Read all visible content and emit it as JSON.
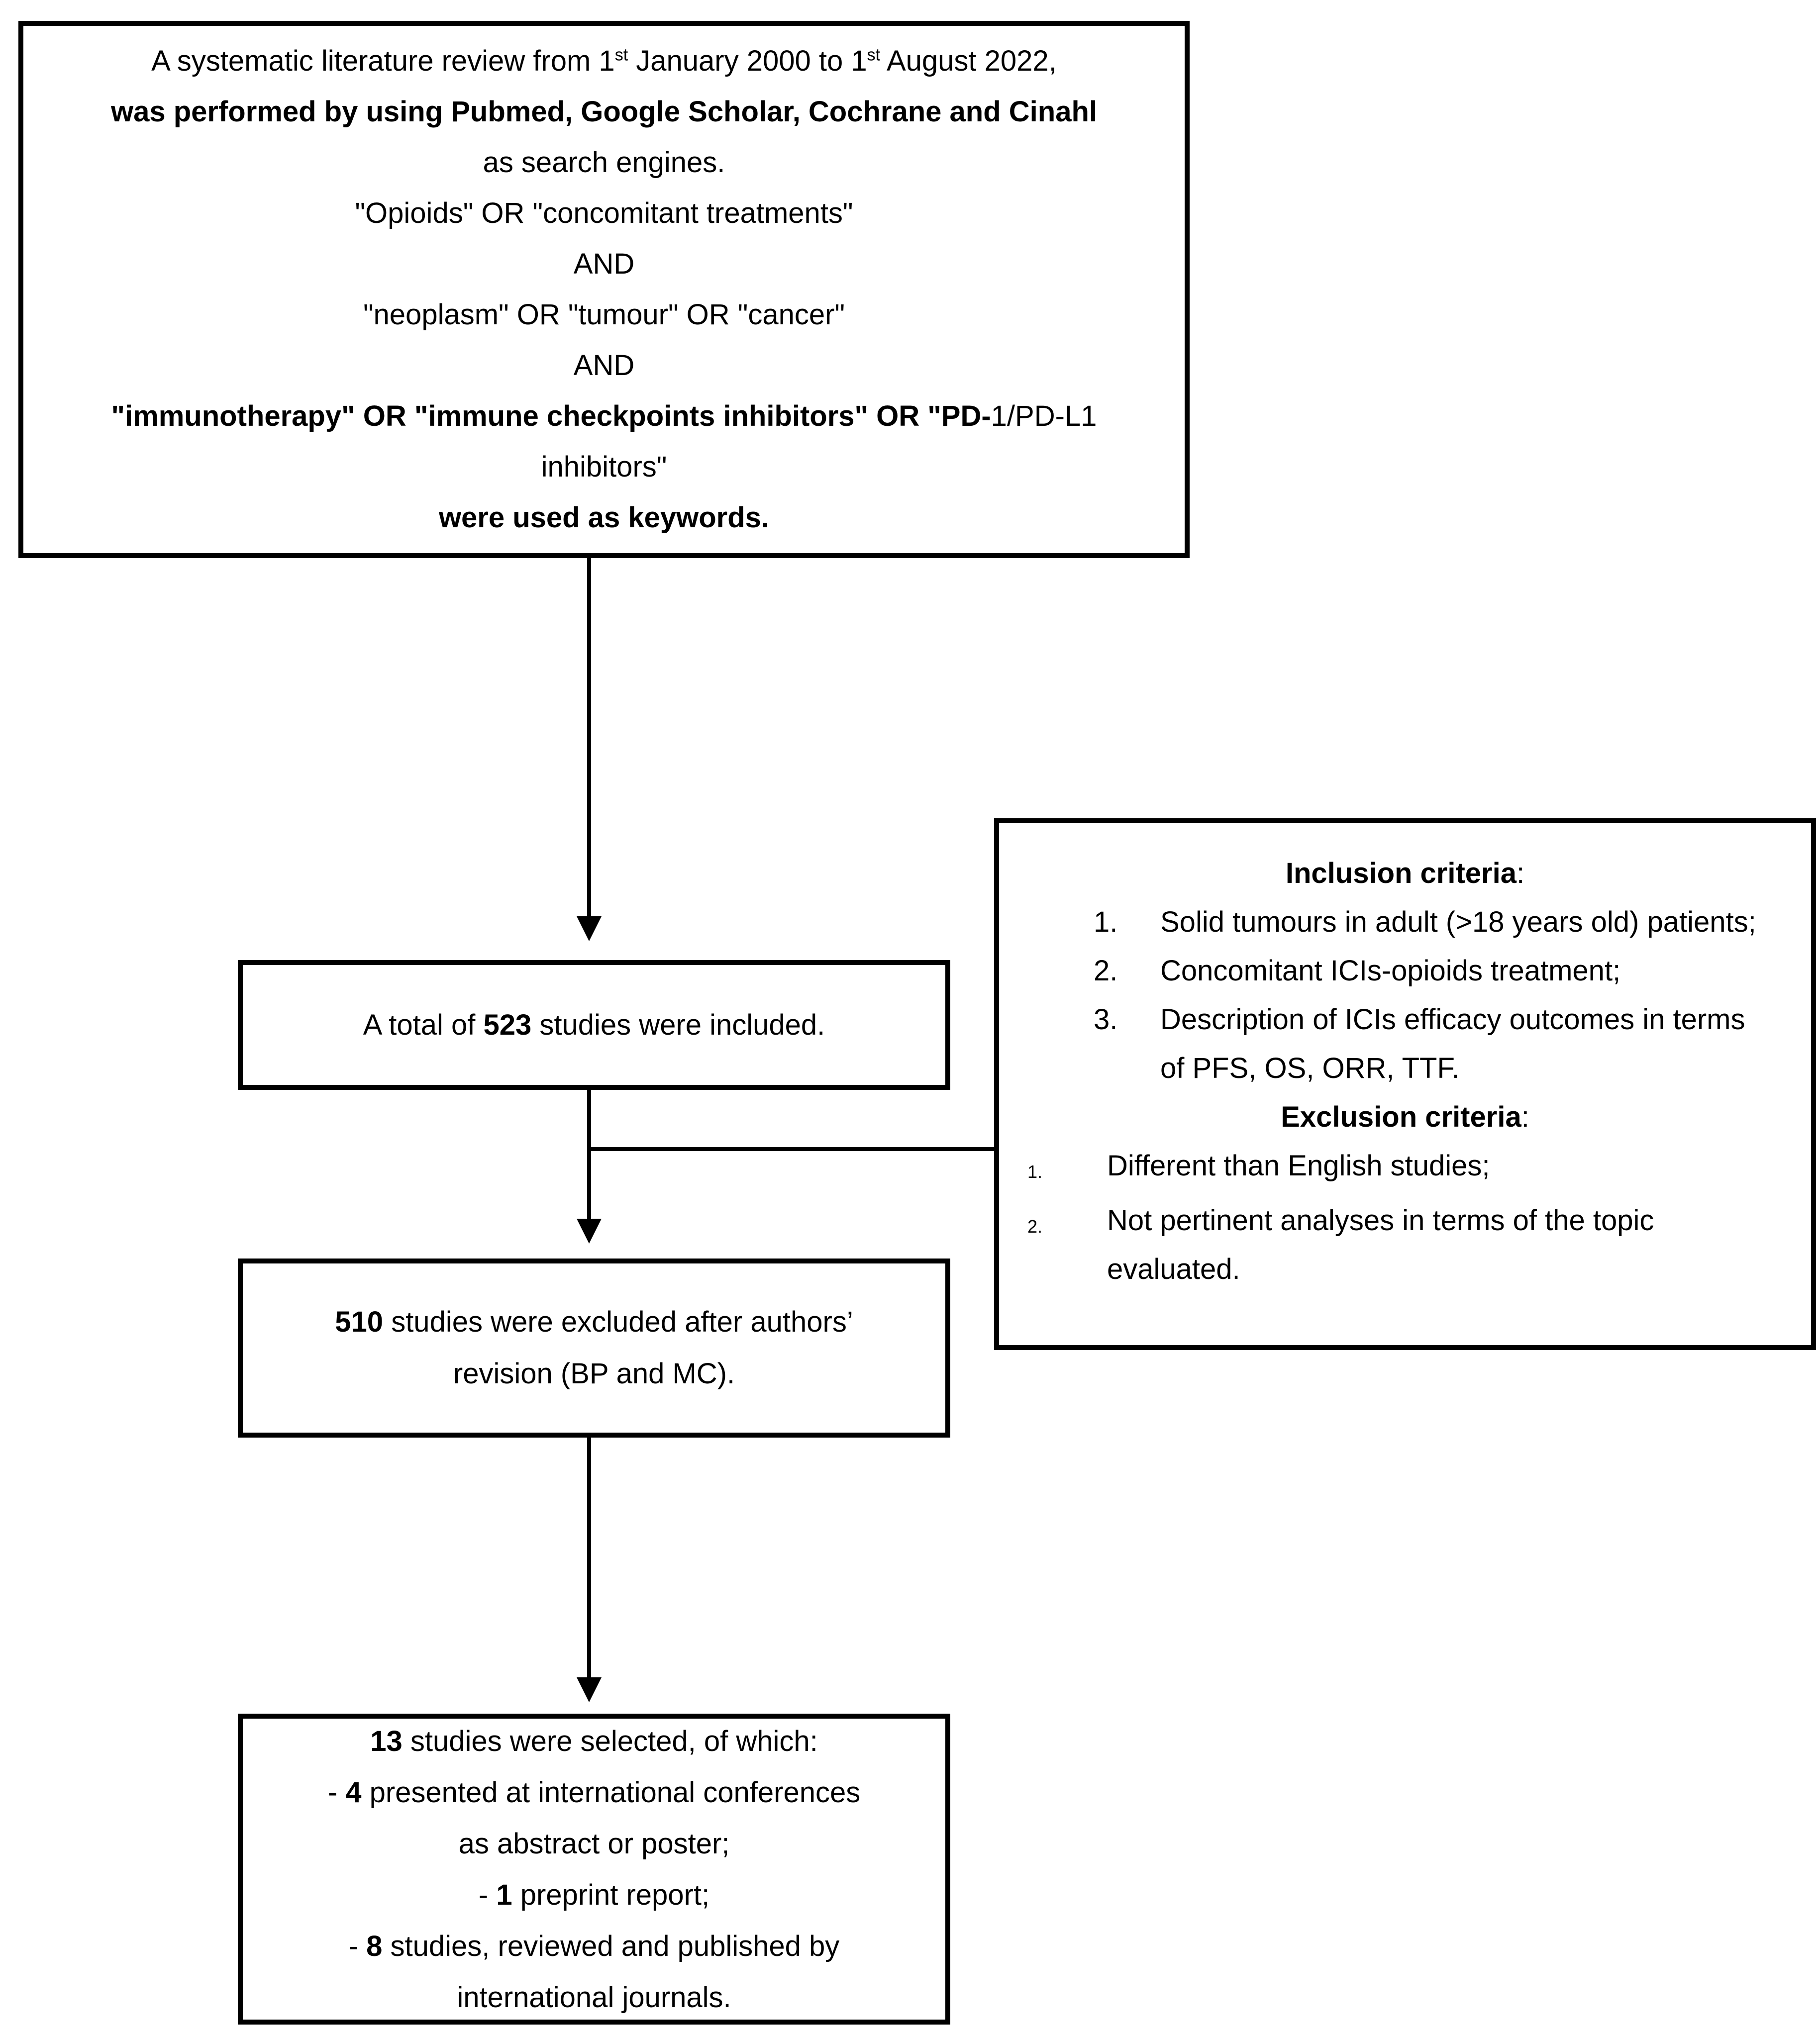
{
  "figure": {
    "type": "flowchart",
    "ink_color": "#000000",
    "background_color": "#ffffff"
  },
  "search_box": {
    "line1": {
      "t1": "A systematic literature review from 1",
      "sup1": "st",
      "t2": " January 2000 to 1",
      "sup2": "st",
      "t3": " August 2022,"
    },
    "line2": "was performed by using Pubmed, Google Scholar, Cochrane and Cinahl",
    "line3": "as search engines.",
    "line4": "\"Opioids\" OR \"concomitant treatments\"",
    "line5": "AND",
    "line6": "\"neoplasm\" OR \"tumour\" OR \"cancer\"",
    "line7": "AND",
    "line8": {
      "bold": "\"immunotherapy\" OR \"immune checkpoints inhibitors\" OR \"PD-",
      "regular": "1/PD-L1"
    },
    "line9": "inhibitors\"",
    "line10": "were used as keywords."
  },
  "included_box": {
    "prefix": "A total of ",
    "count": "523",
    "suffix": " studies were included."
  },
  "criteria_box": {
    "inclusion_title": "Inclusion criteria",
    "inclusion_colon": ":",
    "inclusion_items": [
      {
        "number": "1.",
        "text": "Solid tumours in adult (>18 years old) patients;"
      },
      {
        "number": "2.",
        "text": "Concomitant ICIs-opioids treatment;"
      },
      {
        "number": "3.",
        "text": "Description of ICIs efficacy outcomes in terms of PFS, OS, ORR, TTF."
      }
    ],
    "exclusion_title": "Exclusion criteria",
    "exclusion_colon": ":",
    "exclusion_items": [
      {
        "number": "1.",
        "text": "Different than English studies;"
      },
      {
        "number": "2.",
        "text": "Not pertinent analyses in terms of the topic evaluated."
      }
    ]
  },
  "excluded_box": {
    "count": "510",
    "line1_rest": " studies were excluded after authors’",
    "line2": "revision (BP and MC)."
  },
  "selected_box": {
    "line1": {
      "bold": "13",
      "rest": " studies were selected, of which:"
    },
    "line2": {
      "dash": "- ",
      "bold": "4",
      "rest": " presented at international conferences"
    },
    "line3": "as abstract or poster;",
    "line4": {
      "dash": "- ",
      "bold": "1",
      "rest": " preprint report;"
    },
    "line5": {
      "dash": "- ",
      "bold": "8",
      "rest": " studies, reviewed and published by"
    },
    "line6": "international journals."
  }
}
